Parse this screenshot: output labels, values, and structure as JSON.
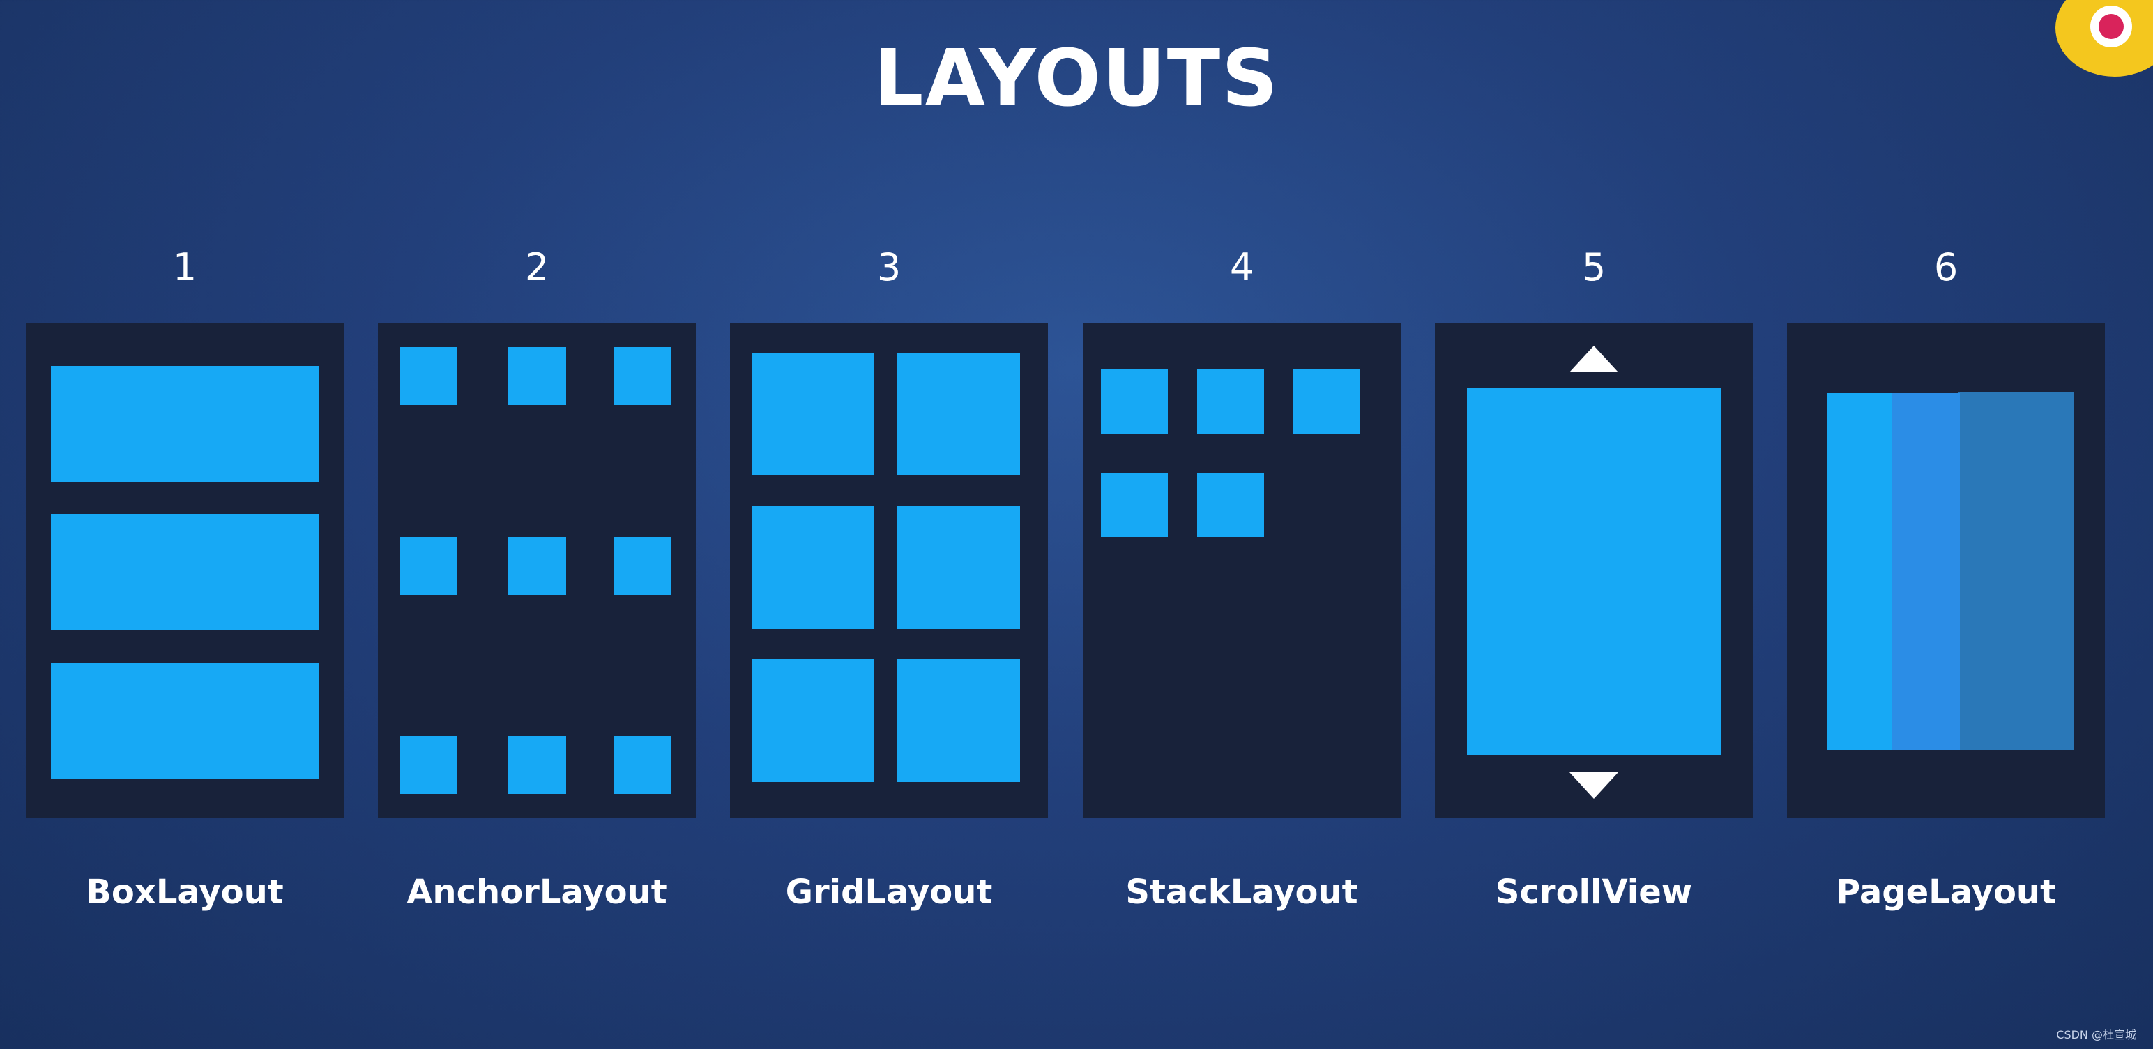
{
  "title": "LAYOUTS",
  "items": [
    {
      "number": "1",
      "label": "BoxLayout"
    },
    {
      "number": "2",
      "label": "AnchorLayout"
    },
    {
      "number": "3",
      "label": "GridLayout"
    },
    {
      "number": "4",
      "label": "StackLayout"
    },
    {
      "number": "5",
      "label": "ScrollView"
    },
    {
      "number": "6",
      "label": "PageLayout"
    }
  ],
  "watermark": "CSDN @杜宣城",
  "colors": {
    "background": "#223f7a",
    "panel": "#18223a",
    "block": "#17a9f5",
    "page_mid": "#2b8de6",
    "page_back": "#2a78b8"
  }
}
